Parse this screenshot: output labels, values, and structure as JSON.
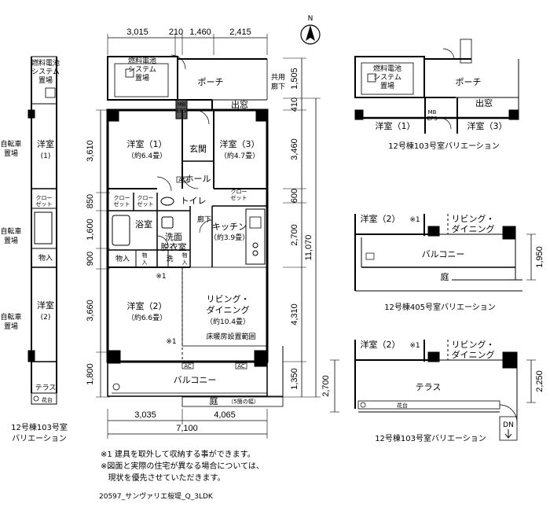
{
  "compass": {
    "north": "N"
  },
  "main_plan": {
    "dims_top": [
      "3,015",
      "210",
      "1,460",
      "2,415"
    ],
    "dims_bottom": [
      "3,035",
      "4,065"
    ],
    "dim_total_width": "7,100",
    "dims_left": [
      "3,610",
      "850",
      "1,600",
      "900",
      "3,660",
      "1,800"
    ],
    "dims_right": [
      "1,505",
      "410",
      "3,460",
      "600",
      "2,700",
      "4,310",
      "1,350"
    ],
    "dim_total_depth": "11,070",
    "rooms": {
      "fuel_cell_1": "燃料電池",
      "fuel_cell_2": "システム",
      "fuel_cell_3": "置場",
      "porch": "ポーチ",
      "common_corridor_1": "共用",
      "common_corridor_2": "廊下",
      "mb_eps_1": "MB",
      "mb_eps_2": "EPS",
      "bay_window": "出窓",
      "bedroom1_name": "洋室（1）",
      "bedroom1_size": "（約6.4畳）",
      "entrance": "玄関",
      "bedroom3_name": "洋室（3）",
      "bedroom3_size": "（約4.7畳）",
      "hall": "ホール",
      "closet_1": "クロー",
      "closet_2": "ゼット",
      "toilet": "トイレ",
      "bath": "浴室",
      "corridor": "廊下",
      "kitchen_name": "キッチン",
      "kitchen_size": "（約3.9畳）",
      "washroom_1": "洗面",
      "washroom_2": "脱衣室",
      "storage": "物入",
      "storage_v1": "物",
      "storage_v2": "入",
      "wash": "洗",
      "note_mark": "※1",
      "bedroom2_name": "洋室（2）",
      "bedroom2_size": "（約6.6畳）",
      "living_1": "リビング・",
      "living_2": "ダイニング",
      "living_size": "（約10.4畳）",
      "floor_heating": "床暖房設置範囲",
      "balcony": "バルコニー",
      "garden": "庭",
      "garden_width": "（5箇の幅）",
      "ac": "AC"
    }
  },
  "left_variation": {
    "bicycle_1": "自転車",
    "bicycle_2": "置場",
    "bedroom1": "洋室",
    "bedroom1_num": "(1)",
    "closet_1": "クロー",
    "closet_2": "ゼット",
    "storage": "物入",
    "bedroom2": "洋室",
    "bedroom2_num": "(2)",
    "terrace": "テラス",
    "flower_bed": "花台",
    "caption_1": "12号棟103号室",
    "caption_2": "バリエーション"
  },
  "variation_top_right": {
    "fuel_cell_1": "燃料電池",
    "fuel_cell_2": "システム",
    "fuel_cell_3": "置場",
    "porch": "ポーチ",
    "bay_window": "出窓",
    "mb_eps_1": "MB",
    "mb_eps_2": "EPS",
    "bedroom1": "洋室（1）",
    "bedroom3": "洋室（3）",
    "caption": "12号棟103号室バリエーション"
  },
  "variation_mid_right": {
    "bedroom2": "洋室（2）",
    "note_mark": "※1",
    "living_1": "リビング・",
    "living_2": "ダイニング",
    "balcony": "バルコニー",
    "garden": "庭",
    "dim": "1,950",
    "caption": "12号棟405号室バリエーション"
  },
  "variation_bottom_right": {
    "bedroom2": "洋室（2）",
    "note_mark": "※1",
    "living_1": "リビング・",
    "living_2": "ダイニング",
    "terrace": "テラス",
    "flower_bed": "花台",
    "dim_left": "2,700",
    "dim_right": "2,250",
    "dn": "DN",
    "caption": "12号棟103号室バリエーション"
  },
  "notes": [
    "※1 建具を取外して収納する事ができます。",
    "※図面と実際の住宅が異なる場合については、",
    "   現状を優先させていただきます。"
  ],
  "plan_code": "20597_サンヴァリエ桜堤_Q_3LDK"
}
